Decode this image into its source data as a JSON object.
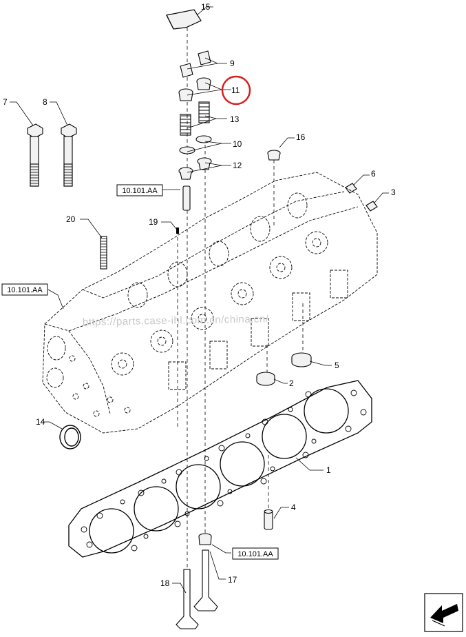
{
  "diagram": {
    "callouts": [
      "15",
      "9",
      "11",
      "13",
      "10",
      "12",
      "16",
      "6",
      "3",
      "7",
      "8",
      "20",
      "19",
      "2",
      "5",
      "14",
      "1",
      "4",
      "17",
      "18"
    ],
    "references": [
      "10.101.AA",
      "10.101.AA",
      "10.101.AA"
    ],
    "watermark": "https://parts.case-ihl.com.cn/china.cn/",
    "highlighted_callout": "11",
    "highlight_color": "#d81e1e",
    "nav_icon": "arrow-back-icon"
  }
}
